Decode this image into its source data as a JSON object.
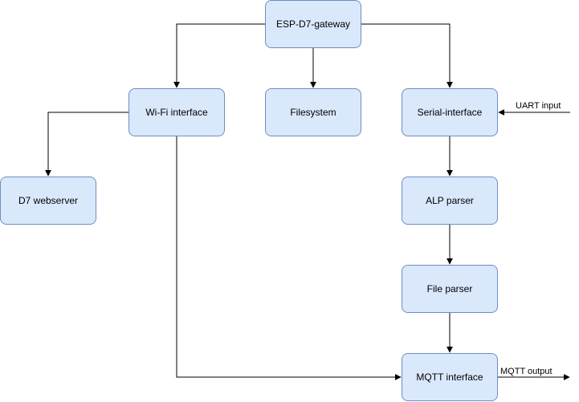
{
  "diagram": {
    "nodes": {
      "gateway": {
        "label": "ESP-D7-gateway"
      },
      "wifi": {
        "label": "Wi-Fi interface"
      },
      "filesystem": {
        "label": "Filesystem"
      },
      "serial": {
        "label": "Serial-interface"
      },
      "webserver": {
        "label": "D7 webserver"
      },
      "alp": {
        "label": "ALP parser"
      },
      "fileparser": {
        "label": "File parser"
      },
      "mqtt": {
        "label": "MQTT interface"
      }
    },
    "edges": {
      "uart_input": {
        "label": "UART input"
      },
      "mqtt_output": {
        "label": "MQTT output"
      }
    },
    "colors": {
      "node_fill": "#dae8fc",
      "node_stroke": "#6c8ebf",
      "edge": "#000000"
    }
  }
}
